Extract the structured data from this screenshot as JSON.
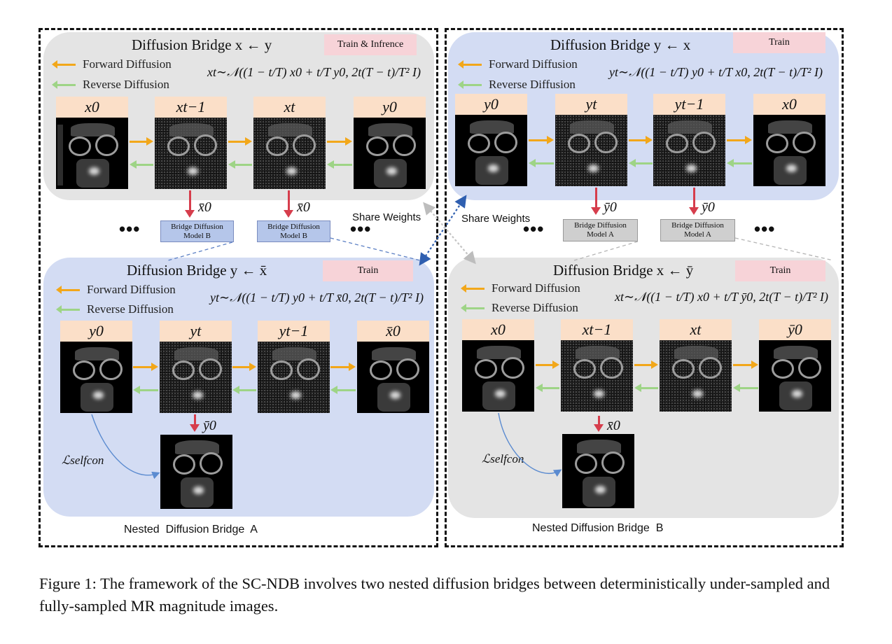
{
  "figure": {
    "caption": "Figure 1: The framework of the SC-NDB involves two nested diffusion bridges between deterministically under-sampled and fully-sampled MR magnitude images.",
    "share_weights": "Share Weights",
    "dots": "•••",
    "legend": {
      "forward": "Forward Diffusion",
      "reverse": "Reverse Diffusion"
    },
    "colors": {
      "forward_arrow": "#f2a71a",
      "reverse_arrow": "#9ed486",
      "prediction_arrow": "#d63d4c",
      "grey_panel": "#e4e4e4",
      "blue_panel": "#d3dcf3",
      "tag": "#f7d3d8",
      "label_box": "#fbdfc8"
    }
  },
  "section_a": {
    "name": "Nested  Diffusion Bridge  A",
    "top": {
      "title": "Diffusion Bridge x ← y",
      "tag": "Train & Infrence",
      "formula": "xt∼𝒩((1 − t/T) x0 + t/T y0,  2t(T − t)/T² I)",
      "labels": [
        "x0",
        "xt−1",
        "xt",
        "y0"
      ],
      "pred_labels": [
        "x̄0",
        "x̄0"
      ],
      "models": [
        "Bridge Diffusion Model B",
        "Bridge Diffusion Model B"
      ]
    },
    "bottom": {
      "title": "Diffusion Bridge  y ← x̄",
      "tag": "Train",
      "formula": "yt∼𝒩((1 − t/T) y0 + t/T x̄0,  2t(T − t)/T² I)",
      "labels": [
        "y0",
        "yt",
        "yt−1",
        "x̄0"
      ],
      "pred_label": "ȳ0",
      "loss": "ℒselfcon"
    }
  },
  "section_b": {
    "name": "Nested Diffusion Bridge  B",
    "top": {
      "title": "Diffusion Bridge  y ← x",
      "tag": "Train",
      "formula": "yt∼𝒩((1 − t/T) y0 + t/T x0,  2t(T − t)/T² I)",
      "labels": [
        "y0",
        "yt",
        "yt−1",
        "x0"
      ],
      "pred_labels": [
        "ȳ0",
        "ȳ0"
      ],
      "models": [
        "Bridge Diffusion Model A",
        "Bridge Diffusion Model A"
      ]
    },
    "bottom": {
      "title": "Diffusion Bridge  x ← ȳ",
      "tag": "Train",
      "formula": "xt∼𝒩((1 − t/T) x0 + t/T ȳ0,  2t(T − t)/T² I)",
      "labels": [
        "x0",
        "xt−1",
        "xt",
        "ȳ0"
      ],
      "pred_label": "x̄0",
      "loss": "ℒselfcon"
    }
  }
}
